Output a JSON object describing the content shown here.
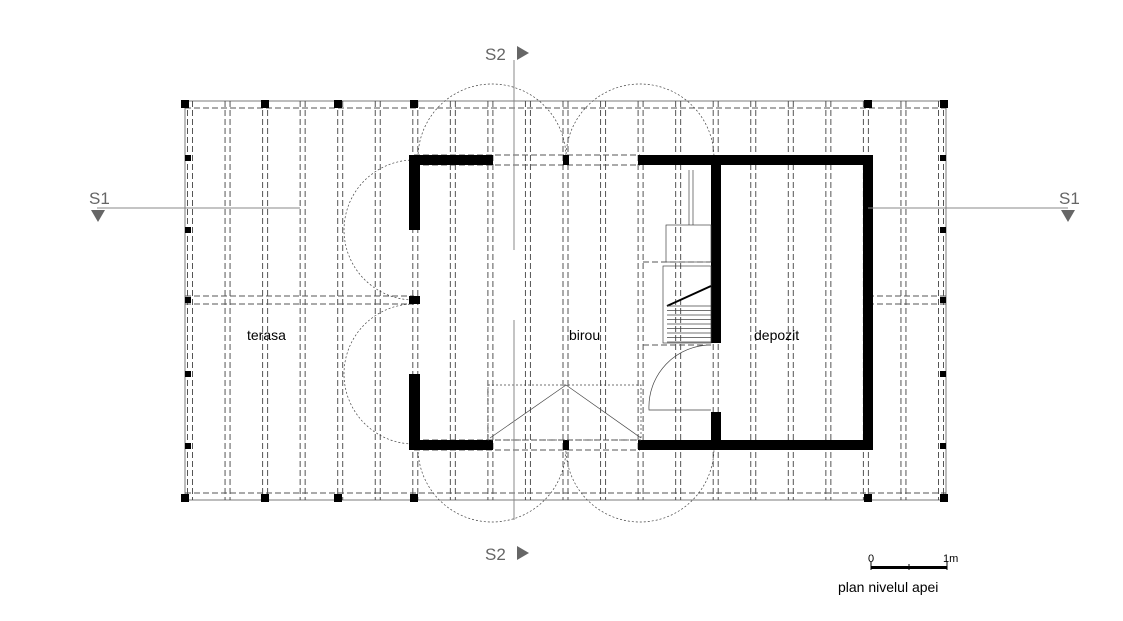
{
  "title": "plan nivelul apei",
  "rooms": {
    "terasa": "terasa",
    "birou": "birou",
    "depozit": "depozit"
  },
  "sections": {
    "s1_left": "S1",
    "s1_right": "S1",
    "s2_top": "S2",
    "s2_bottom": "S2"
  },
  "scale_bar": {
    "start": "0",
    "end": "1m"
  }
}
